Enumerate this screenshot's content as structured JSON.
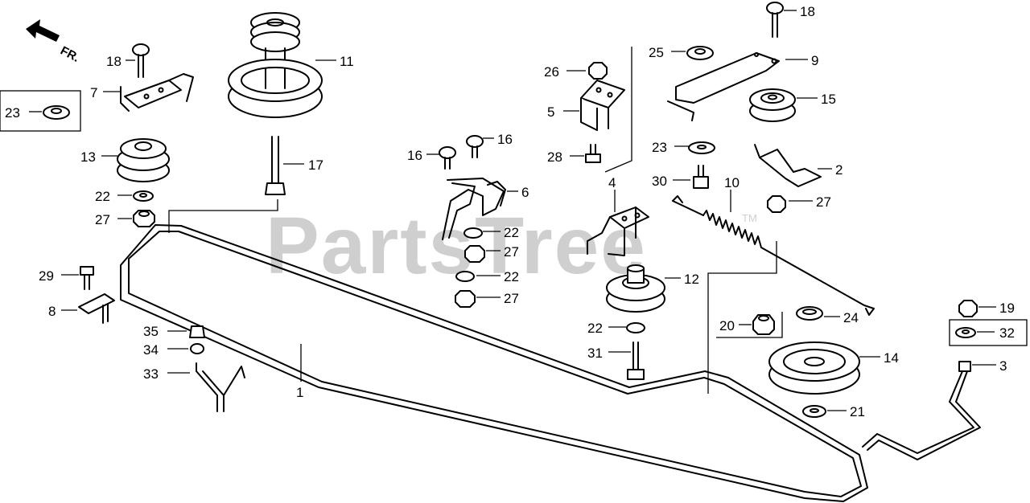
{
  "watermark": {
    "text": "PartsTree",
    "trademark": "TM"
  },
  "front_indicator": {
    "label": "FR."
  },
  "callouts": {
    "c1": "1",
    "c2": "2",
    "c3": "3",
    "c4": "4",
    "c5": "5",
    "c6": "6",
    "c7": "7",
    "c8": "8",
    "c9": "9",
    "c10": "10",
    "c11": "11",
    "c12": "12",
    "c13": "13",
    "c14": "14",
    "c15": "15",
    "c16a": "16",
    "c16b": "16",
    "c17": "17",
    "c18a": "18",
    "c18b": "18",
    "c19": "19",
    "c20": "20",
    "c21": "21",
    "c22a": "22",
    "c22b": "22",
    "c22c": "22",
    "c22d": "22",
    "c23a": "23",
    "c23b": "23",
    "c24": "24",
    "c25": "25",
    "c26": "26",
    "c27a": "27",
    "c27b": "27",
    "c27c": "27",
    "c27d": "27",
    "c28": "28",
    "c29": "29",
    "c30": "30",
    "c31": "31",
    "c32": "32",
    "c33": "33",
    "c34": "34",
    "c35": "35"
  },
  "colors": {
    "line": "#000000",
    "watermark": "#cfcfcf",
    "background": "#ffffff"
  }
}
